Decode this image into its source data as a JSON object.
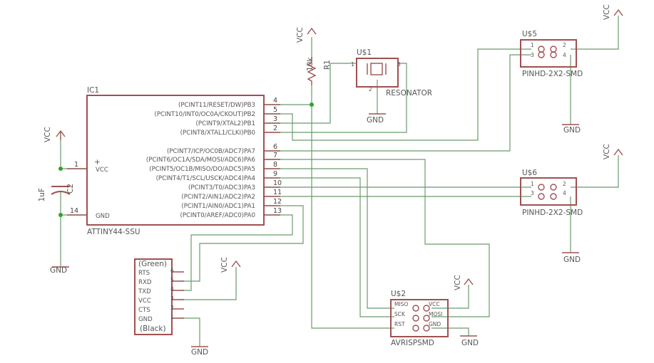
{
  "colors": {
    "part": "#a05050",
    "wire": "#6b9b6b",
    "junction": "#2ea32e",
    "text": "#555555"
  },
  "ic1": {
    "ref": "IC1",
    "value": "ATTINY44-SSU",
    "plus": "+",
    "vcc_num": "1",
    "vcc_label": "VCC",
    "gnd_num": "14",
    "gnd_label": "GND",
    "pins": [
      {
        "label": "(PCINT11/RESET/DW)PB3",
        "num": "4"
      },
      {
        "label": "(PCINT10/INT0/OC0A/CKOUT)PB2",
        "num": "5"
      },
      {
        "label": "(PCINT9/XTAL2)PB1",
        "num": "3"
      },
      {
        "label": "(PCINT8/XTAL1/CLKI)PB0",
        "num": "2"
      },
      {
        "label": "(PCINT7/ICP/OC0B/ADC7)PA7",
        "num": "6"
      },
      {
        "label": "(PCINT6/OC1A/SDA/MOSI/ADC6)PA6",
        "num": "7"
      },
      {
        "label": "(PCINT5/OC1B/MISO/DO/ADC5)PA5",
        "num": "8"
      },
      {
        "label": "(PCINT4/T1/SCL/USCK/ADC4)PA4",
        "num": "9"
      },
      {
        "label": "(PCINT3/T0/ADC3)PA3",
        "num": "10"
      },
      {
        "label": "(PCINT2/AIN1/ADC2)PA2",
        "num": "11"
      },
      {
        "label": "(PCINT1/AIN0/ADC1)PA1",
        "num": "12"
      },
      {
        "label": "(PCINT0/AREF/ADC0)PA0",
        "num": "13"
      }
    ]
  },
  "r1": {
    "ref": "R1",
    "value": "10k",
    "supply": "VCC"
  },
  "c2": {
    "ref": "C2",
    "value": "1uF",
    "supply": "VCC",
    "gnd": "GND"
  },
  "u1": {
    "ref": "U$1",
    "value": "RESONATOR",
    "pin1": "1",
    "pin2": "2",
    "pin3": "3",
    "gnd": "GND"
  },
  "u5": {
    "ref": "U$5",
    "value": "PINHD-2X2-SMD",
    "p1": "1",
    "p2": "2",
    "p3": "3",
    "p4": "4",
    "supply": "VCC",
    "gnd": "GND"
  },
  "u6": {
    "ref": "U$6",
    "value": "PINHD-2X2-SMD",
    "p1": "1",
    "p2": "2",
    "p3": "3",
    "p4": "4",
    "supply": "VCC",
    "gnd": "GND"
  },
  "ftdi": {
    "top": "(Green)",
    "bottom": "(Black)",
    "pins": [
      {
        "label": "RTS",
        "num": "6"
      },
      {
        "label": "RXD",
        "num": "5"
      },
      {
        "label": "TXD",
        "num": "4"
      },
      {
        "label": "VCC",
        "num": "3"
      },
      {
        "label": "CTS",
        "num": "2"
      },
      {
        "label": "GND",
        "num": "1"
      }
    ],
    "supply": "VCC",
    "gnd": "GND"
  },
  "u2": {
    "ref": "U$2",
    "value": "AVRISPSMD",
    "miso": "MISO",
    "vcc": "VCC",
    "sck": "SCK",
    "mosi": "MOSI",
    "rst": "RST",
    "gndp": "GND",
    "supply": "VCC",
    "gnd": "GND"
  }
}
